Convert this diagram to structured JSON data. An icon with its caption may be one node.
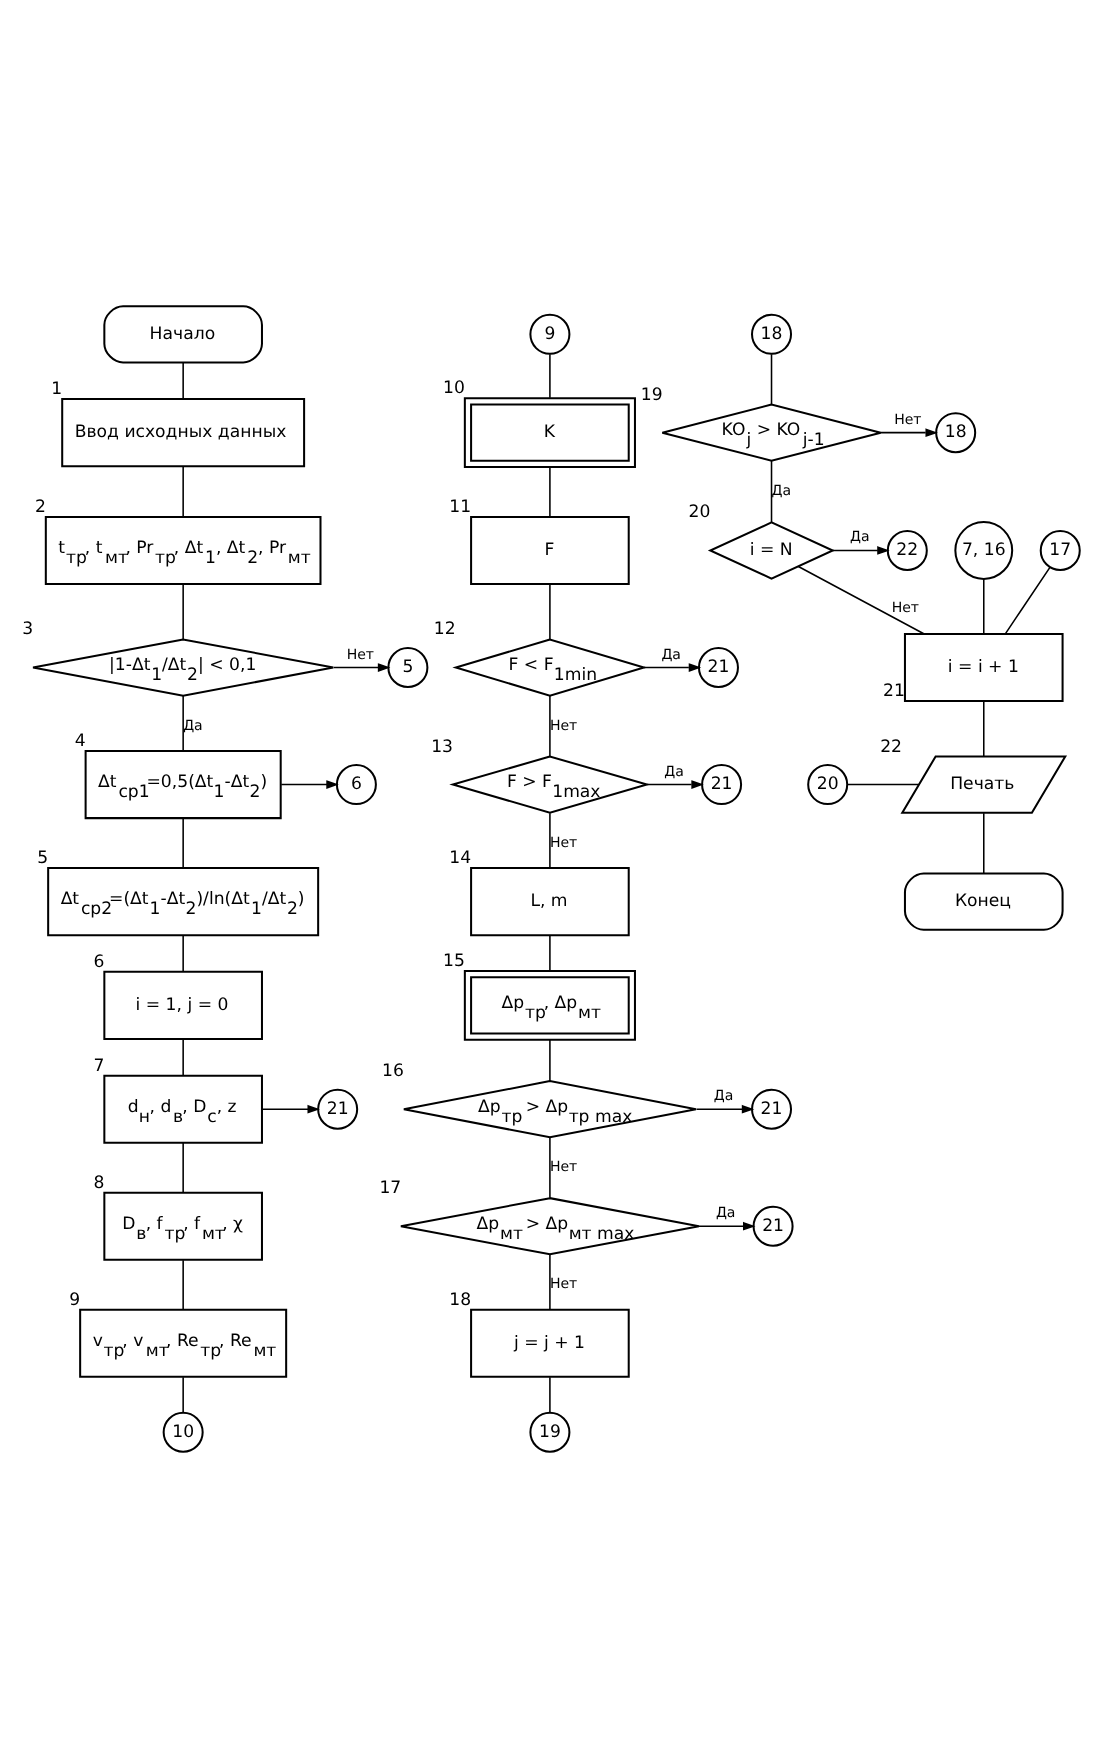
{
  "diagram": {
    "nodes": [
      {
        "text": [
          "Начало"
        ]
      },
      {
        "text": [
          "Ввод исходных данных"
        ],
        "beside": [
          "1"
        ]
      },
      {
        "text": [
          "t$_{тр}$, t$_{мт}$, Pr$_{тр}$, Δt$_{1}$, Δt$_{2}$, Pr$_{мт}$"
        ],
        "beside": [
          "2"
        ]
      },
      {
        "text": [
          "|1-Δt$_{1}$/Δt$_{2}$| < 0,1"
        ],
        "beside": [
          "3"
        ]
      },
      {
        "text": [
          "5"
        ]
      },
      {
        "text": [
          "Δt$_{ср1}$=0,5(Δt$_{1}$-Δt$_{2}$)"
        ],
        "beside": [
          "4"
        ]
      },
      {
        "text": [
          "6"
        ]
      },
      {
        "text": [
          "Δt$_{ср2}$=(Δt$_{1}$-Δt$_{2}$)/ln(Δt$_{1}$/Δt$_{2}$)"
        ],
        "beside": [
          "5"
        ]
      },
      {
        "text": [
          "i = 1, j = 0"
        ],
        "beside": [
          "6"
        ]
      },
      {
        "text": [
          "d$_{н}$, d$_{в}$, D$_{с}$, z"
        ],
        "beside": [
          "7"
        ]
      },
      {
        "text": [
          "21"
        ]
      },
      {
        "text": [
          "D$_{в}$, f$_{тр}$, f$_{мт}$, χ"
        ],
        "beside": [
          "8"
        ]
      },
      {
        "text": [
          "v$_{тр}$, v$_{мт}$, Re$_{тр}$, Re$_{мт}$"
        ],
        "beside": [
          "9"
        ]
      },
      {
        "text": [
          "10"
        ]
      },
      {
        "text": [
          "9"
        ]
      },
      {
        "text": [
          "K"
        ],
        "beside": [
          "10"
        ]
      },
      {
        "text": [
          "F"
        ],
        "beside": [
          "11"
        ]
      },
      {
        "text": [
          "F < F$_{1min}$"
        ],
        "beside": [
          "12"
        ]
      },
      {
        "text": [
          "21"
        ]
      },
      {
        "text": [
          "F > F$_{1max}$"
        ],
        "beside": [
          "13"
        ]
      },
      {
        "text": [
          "21"
        ]
      },
      {
        "text": [
          "L, m"
        ],
        "beside": [
          "14"
        ]
      },
      {
        "text": [
          "Δp$_{тр}$, Δp$_{мт}$"
        ],
        "beside": [
          "15"
        ]
      },
      {
        "text": [
          "Δp$_{тр}$ > Δp$_{тр max}$"
        ],
        "beside": [
          "16"
        ]
      },
      {
        "text": [
          "21"
        ]
      },
      {
        "text": [
          "Δp$_{мт}$ > Δp$_{мт max}$"
        ],
        "beside": [
          "17"
        ]
      },
      {
        "text": [
          "21"
        ]
      },
      {
        "text": [
          "j = j + 1"
        ],
        "beside": [
          "18"
        ]
      },
      {
        "text": [
          "19"
        ]
      },
      {
        "text": [
          "18"
        ]
      },
      {
        "text": [
          "KO$_{j}$ > KO$_{j-1}$"
        ],
        "beside": [
          "19"
        ]
      },
      {
        "text": [
          "18"
        ]
      },
      {
        "text": [
          "i = N"
        ],
        "beside": [
          "20"
        ]
      },
      {
        "text": [
          "22"
        ]
      },
      {
        "text": [
          "7, 16"
        ]
      },
      {
        "text": [
          "17"
        ]
      },
      {
        "text": [
          "i = i + 1"
        ],
        "beside": [
          "21"
        ]
      },
      {
        "text": [
          "20"
        ]
      },
      {
        "text": [
          "Печать"
        ],
        "beside": [
          "22"
        ]
      },
      {
        "text": [
          "Конец"
        ]
      }
    ],
    "edges": [
      {
        "from": 0,
        "to": 1,
        "arrow": "none"
      },
      {
        "from": 1,
        "to": 2,
        "arrow": "none"
      },
      {
        "from": 2,
        "to": 3,
        "arrow": "none"
      },
      {
        "from": 3,
        "to": 4,
        "arrow": "to",
        "label": "Нет"
      },
      {
        "from": 3,
        "to": 5,
        "arrow": "none",
        "label": "Да"
      },
      {
        "from": 5,
        "to": 6,
        "arrow": "to"
      },
      {
        "from": 5,
        "to": 7,
        "arrow": "none"
      },
      {
        "from": 7,
        "to": 8,
        "arrow": "none"
      },
      {
        "from": 8,
        "to": 9,
        "arrow": "none"
      },
      {
        "from": 9,
        "to": 10,
        "arrow": "to"
      },
      {
        "from": 9,
        "to": 11,
        "arrow": "none"
      },
      {
        "from": 11,
        "to": 12,
        "arrow": "none"
      },
      {
        "from": 12,
        "to": 13,
        "arrow": "none"
      },
      {
        "from": 14,
        "to": 15,
        "arrow": "none"
      },
      {
        "from": 15,
        "to": 16,
        "arrow": "none"
      },
      {
        "from": 16,
        "to": 17,
        "arrow": "none"
      },
      {
        "from": 17,
        "to": 18,
        "arrow": "to",
        "label": "Да"
      },
      {
        "from": 17,
        "to": 19,
        "arrow": "none",
        "label": "Нет"
      },
      {
        "from": 19,
        "to": 20,
        "arrow": "to",
        "label": "Да"
      },
      {
        "from": 19,
        "to": 21,
        "arrow": "none",
        "label": "Нет"
      },
      {
        "from": 21,
        "to": 22,
        "arrow": "none"
      },
      {
        "from": 22,
        "to": 23,
        "arrow": "none"
      },
      {
        "from": 23,
        "to": 24,
        "arrow": "to",
        "label": "Да"
      },
      {
        "from": 23,
        "to": 25,
        "arrow": "none",
        "label": "Нет"
      },
      {
        "from": 25,
        "to": 26,
        "arrow": "to",
        "label": "Да"
      },
      {
        "from": 25,
        "to": 27,
        "arrow": "none",
        "label": "Нет"
      },
      {
        "from": 27,
        "to": 28,
        "arrow": "none"
      },
      {
        "from": 29,
        "to": 30,
        "arrow": "none"
      },
      {
        "from": 30,
        "to": 31,
        "arrow": "to",
        "label": "Нет"
      },
      {
        "from": 30,
        "to": 32,
        "arrow": "none",
        "label": "Да"
      },
      {
        "from": 32,
        "to": 33,
        "arrow": "to",
        "label": "Да"
      },
      {
        "from": 32,
        "to": 36,
        "arrow": "none",
        "label": "Нет"
      },
      {
        "from": 34,
        "to": 36,
        "arrow": "none"
      },
      {
        "from": 35,
        "to": 36,
        "arrow": "none"
      },
      {
        "from": 36,
        "to": 38,
        "arrow": "none"
      },
      {
        "from": 37,
        "to": 38,
        "arrow": "none"
      },
      {
        "from": 38,
        "to": 39,
        "arrow": "none"
      }
    ]
  }
}
